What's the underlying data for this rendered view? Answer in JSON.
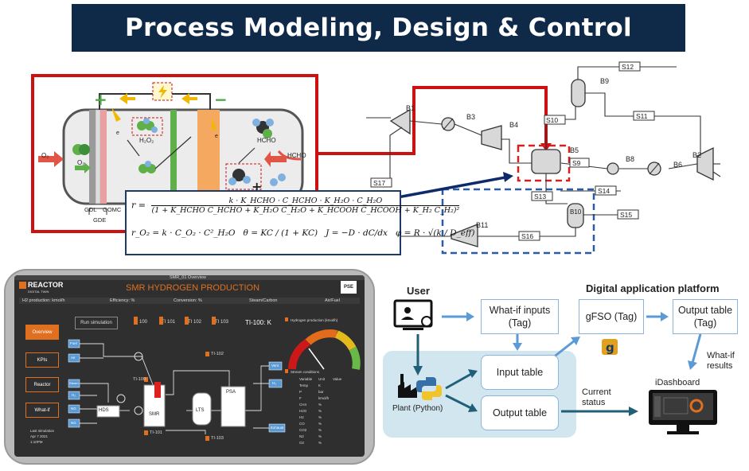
{
  "title": "Process Modeling, Design & Control",
  "cell": {
    "labels": {
      "gdl": "GDL",
      "gomc": "GOMC",
      "gde": "GDE",
      "o2_in": "O₂",
      "o2_gas": "O₂",
      "h2o2": "H₂O₂",
      "hcho_mid": "HCHO",
      "hcho_in": "HCHO",
      "e_left": "e",
      "e_right": "e"
    }
  },
  "equations": {
    "rate_lhs": "r =",
    "rate_num": "k · K_HCHO · C_HCHO · K_H₂O · C_H₂O",
    "rate_den": "(1 + K_HCHO C_HCHO + K_H₂O C_H₂O + K_HCOOH C_HCOOH + K_H₂ C_H₂)²",
    "ro2": "r_O₂ = k · C_O₂ · C²_H₂O",
    "theta": "θ = KC / (1 + KC)",
    "flux": "J = −D · dC/dx",
    "thiele": "φ = R · √(k / D_eff)"
  },
  "flowsheet": {
    "blocks": [
      "B1",
      "B2",
      "B3",
      "B4",
      "B5",
      "B6",
      "B8",
      "B9",
      "B10",
      "B11"
    ],
    "streams": [
      "S9",
      "S10",
      "S11",
      "S12",
      "S13",
      "S14",
      "S15",
      "S16",
      "S17"
    ]
  },
  "dashboard": {
    "logo": "REACTOR",
    "logo_sub": "DIGITAL TWIN",
    "brand": "PSE",
    "window_title": "SMR_01 Overview",
    "title": "SMR HYDROGEN PRODUCTION",
    "kpi_header": [
      "H2 production: kmol/h",
      "Efficiency: %",
      "Conversion: %",
      "Steam/Carbon",
      "Air/Fuel"
    ],
    "nav": [
      "Overview",
      "KPIs",
      "Reactor",
      "What-if"
    ],
    "run_button": "Run simulation",
    "temps": [
      "TI 100",
      "TI 101",
      "TI 102",
      "TI 103"
    ],
    "ti100_label": "TI-100: K",
    "gauge_title": "Hydrogen production (kmol/h)",
    "stream_title": "Stream conditions",
    "stream_cols": [
      "Variable",
      "Unit",
      "Value"
    ],
    "stream_rows": [
      [
        "Temp",
        "K"
      ],
      [
        "P",
        "bar"
      ],
      [
        "F",
        "kmol/h"
      ],
      [
        "CH4",
        "%"
      ],
      [
        "H2O",
        "%"
      ],
      [
        "H2",
        "%"
      ],
      [
        "CO",
        "%"
      ],
      [
        "CO2",
        "%"
      ],
      [
        "N2",
        "%"
      ],
      [
        "O2",
        "%"
      ]
    ],
    "units": [
      "HDS",
      "SMR",
      "LTS",
      "PSA"
    ],
    "tags": [
      "TI-100",
      "TI-101",
      "TI-102",
      "TI-103"
    ],
    "inlets": [
      "Fuel",
      "Air",
      "Steam",
      "H₂",
      "NG",
      "NG"
    ],
    "outlets": [
      "Vent",
      "H₂",
      "Exhaust"
    ],
    "footer": [
      "Last simulation",
      "Apr 7 2021",
      "1:10PM"
    ]
  },
  "platform": {
    "user_label": "User",
    "platform_title": "Digital application platform",
    "plant_label": "Plant (Python)",
    "nodes": {
      "whatif_inputs": "What-if inputs (Tag)",
      "input_table": "Input table",
      "output_table": "Output table",
      "gfso": "gFSO (Tag)",
      "platform_output": "Output table (Tag)"
    },
    "labels": {
      "current_status": "Current status",
      "whatif_results": "What-if results",
      "idashboard": "iDashboard"
    }
  },
  "colors": {
    "banner": "#0f2a48",
    "highlight_red": "#cc1111",
    "dashed_red": "#d42020",
    "dashed_blue": "#2a5aa8",
    "platform_bg": "#d2e6ef",
    "arrow_blue": "#5b9bd5",
    "arrow_teal": "#1f5f78",
    "orange": "#e07020"
  }
}
